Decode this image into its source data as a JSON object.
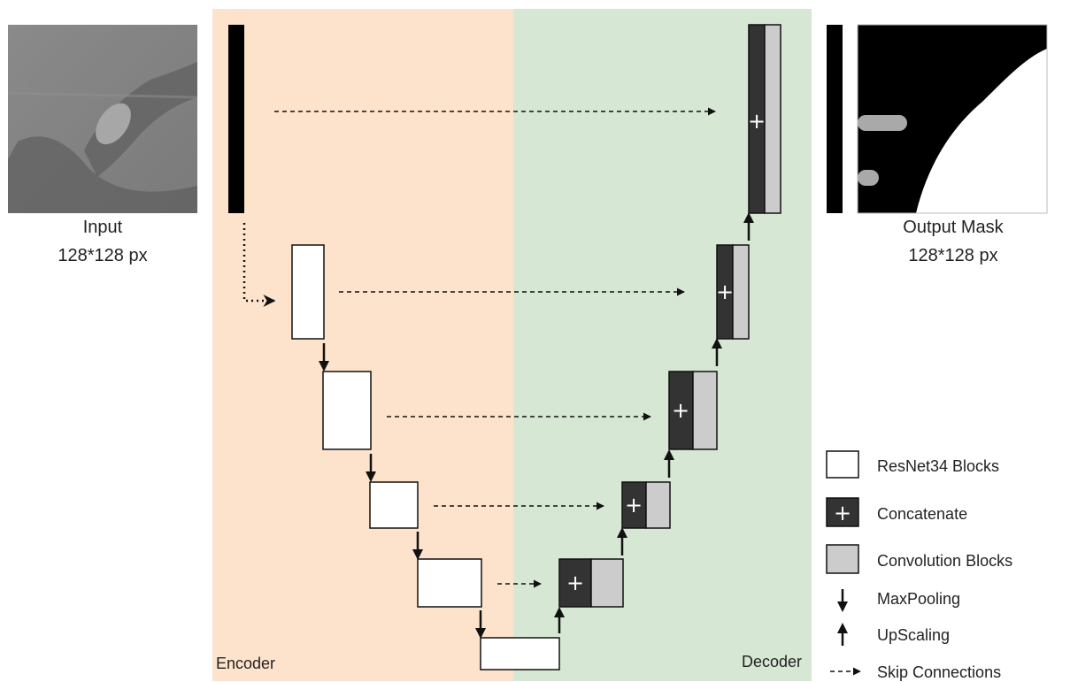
{
  "input": {
    "line1": "Input",
    "line2": "128*128 px"
  },
  "output": {
    "line1": "Output Mask",
    "line2": "128*128 px"
  },
  "regions": {
    "encoder": "Encoder",
    "decoder": "Decoder"
  },
  "legend": {
    "resnet": "ResNet34 Blocks",
    "concat": "Concatenate",
    "conv": "Convolution Blocks",
    "maxpool": "MaxPooling",
    "upscale": "UpScaling",
    "skip": "Skip Connections"
  },
  "symbols": {
    "plus": "+",
    "down_arrow": "↓",
    "up_arrow": "↑"
  },
  "colors": {
    "encoder_bg": "#fde3cc",
    "decoder_bg": "#d6e8d3",
    "concat_fill": "#333333",
    "conv_fill": "#cccccc",
    "block_fill": "#ffffff"
  }
}
